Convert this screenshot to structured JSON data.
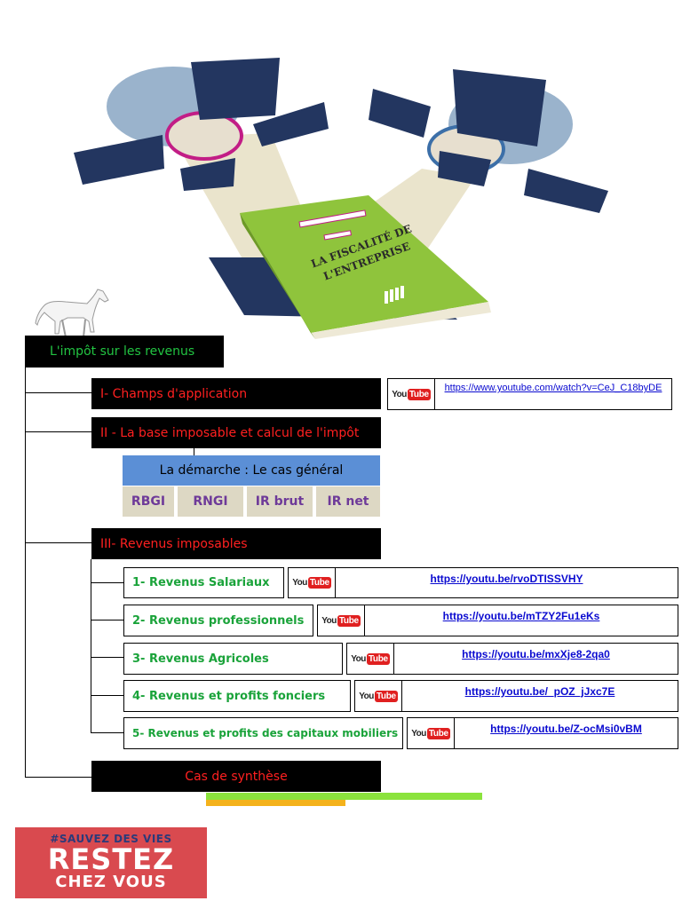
{
  "book": {
    "title_line1": "LA FISCALITÉ DE",
    "title_line2": "L'ENTREPRISE"
  },
  "main_title": "L'impôt sur les revenus",
  "section1": {
    "label": "I- Champs d'application",
    "youtube_logo": {
      "you": "You",
      "tube": "Tube"
    },
    "link": "https://www.youtube.com/watch?v=CeJ_C18byDE"
  },
  "section2": {
    "label": "II - La base imposable et calcul de l'impôt",
    "table": {
      "header": "La démarche : Le cas général",
      "cells": [
        "RBGI",
        "RNGI",
        "IR brut",
        "IR net"
      ]
    }
  },
  "section3": {
    "label": "III- Revenus imposables",
    "items": [
      {
        "label": "1- Revenus Salariaux",
        "link": "https://youtu.be/rvoDTISSVHY"
      },
      {
        "label": "2- Revenus professionnels",
        "link": "https://youtu.be/mTZY2Fu1eKs"
      },
      {
        "label": "3- Revenus Agricoles",
        "link": "https://youtu.be/mxXje8-2qa0"
      },
      {
        "label": "4- Revenus et profits fonciers",
        "link": "https://youtu.be/_pOZ_jJxc7E"
      },
      {
        "label": "5- Revenus et profits des capitaux mobiliers",
        "link": "https://youtu.be/Z-ocMsi0vBM"
      }
    ]
  },
  "synthese": "Cas de synthèse",
  "banner": {
    "hashtag": "#SAUVEZ DES VIES",
    "line1": "RESTEZ",
    "line2": "CHEZ VOUS"
  },
  "colors": {
    "green_text": "#1aa33a",
    "red_text": "#ff2020",
    "link": "#0a0ad0",
    "table_header": "#5b8fd6",
    "table_cell": "#ddd8c4",
    "banner": "#d94a4f"
  }
}
